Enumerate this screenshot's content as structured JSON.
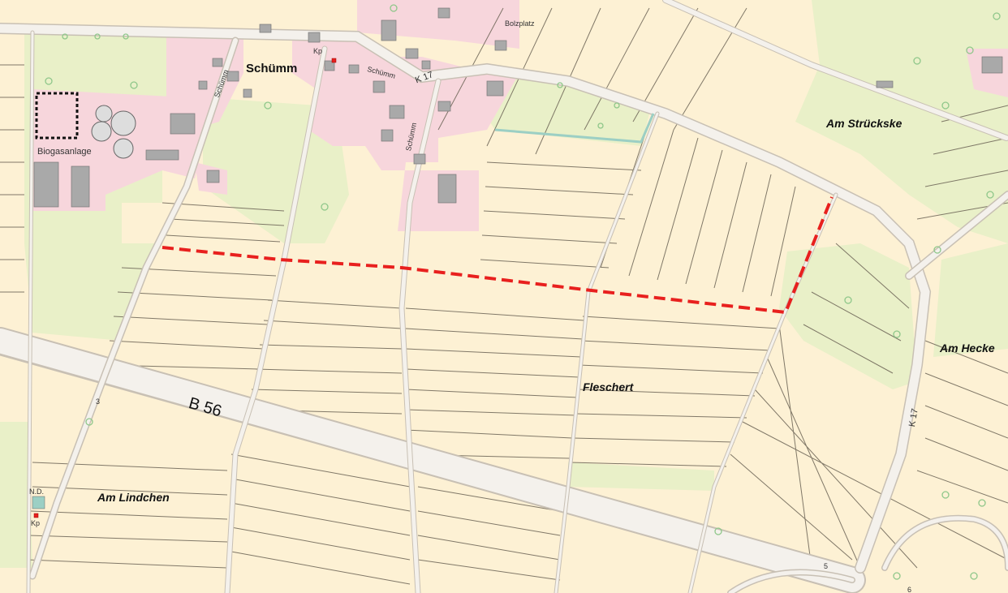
{
  "colors": {
    "field": "#fdf1d4",
    "meadow": "#e9f0c8",
    "settlement": "#f7d6dc",
    "building": "#a9a9a9",
    "road": "#f4f1ec",
    "road_edge": "#c8c0b4",
    "parcel_line": "#6b6355",
    "route_line": "#e8201e",
    "tree": "#8fc78a"
  },
  "labels": {
    "village": "Schümm",
    "biogas": "Biogasanlage",
    "field_north_east": "Am Strückske",
    "field_east": "Am Hecke",
    "field_center": "Fleschert",
    "field_south_west": "Am Lindchen",
    "road_b56": "B 56",
    "road_k17_east": "K 17",
    "road_k17_village": "K 17",
    "street_schumm_1": "Schümm",
    "street_schumm_2": "Schümm",
    "street_schumm_3": "Schümm",
    "kp_village": "Kp",
    "kp_southwest": "Kp",
    "nd_label": "N.D.",
    "bolzplatz": "Bolzplatz",
    "km_mark_3": "3",
    "km_mark_5": "5",
    "km_mark_6": "6"
  },
  "icons": {
    "tree": "tree-icon",
    "cross": "wayside-cross-icon"
  }
}
